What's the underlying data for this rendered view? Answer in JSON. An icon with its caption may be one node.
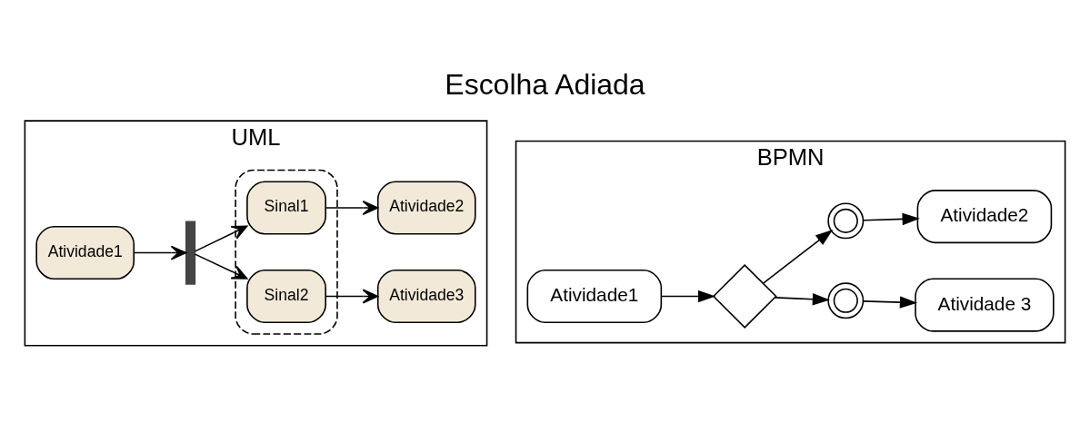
{
  "diagram": {
    "title": "Escolha Adiada",
    "nodes": [
      {
        "text": [
          "UML"
        ]
      },
      {
        "text": [
          "Atividade1"
        ],
        "in": 0
      },
      {
        "text": [],
        "shape": "bar",
        "in": 0
      },
      {
        "text": [],
        "shape": "box",
        "in": 0
      },
      {
        "text": [
          "Sinal1"
        ],
        "in": 3
      },
      {
        "text": [
          "Sinal2"
        ],
        "in": 3
      },
      {
        "text": [
          "Atividade2"
        ],
        "in": 0
      },
      {
        "text": [
          "Atividade3"
        ],
        "in": 0
      },
      {
        "text": [
          "BPMN"
        ]
      },
      {
        "text": [
          "Atividade1"
        ],
        "in": 8
      },
      {
        "text": [],
        "shape": "diamond",
        "in": 8
      },
      {
        "text": [],
        "shape": "circle",
        "in": 8
      },
      {
        "text": [],
        "shape": "circle",
        "in": 8
      },
      {
        "text": [
          "Atividade2"
        ],
        "in": 8
      },
      {
        "text": [
          "Atividade 3"
        ],
        "in": 8
      }
    ],
    "edges": [
      {
        "from": 1,
        "to": 2,
        "arrow": "to"
      },
      {
        "from": 2,
        "to": 4,
        "arrow": "to"
      },
      {
        "from": 2,
        "to": 5,
        "arrow": "to"
      },
      {
        "from": 4,
        "to": 6,
        "arrow": "to"
      },
      {
        "from": 5,
        "to": 7,
        "arrow": "to"
      },
      {
        "from": 9,
        "to": 10,
        "arrow": "to"
      },
      {
        "from": 10,
        "to": 11,
        "arrow": "to"
      },
      {
        "from": 10,
        "to": 12,
        "arrow": "to"
      },
      {
        "from": 11,
        "to": 13,
        "arrow": "to"
      },
      {
        "from": 12,
        "to": 14,
        "arrow": "to"
      }
    ]
  }
}
